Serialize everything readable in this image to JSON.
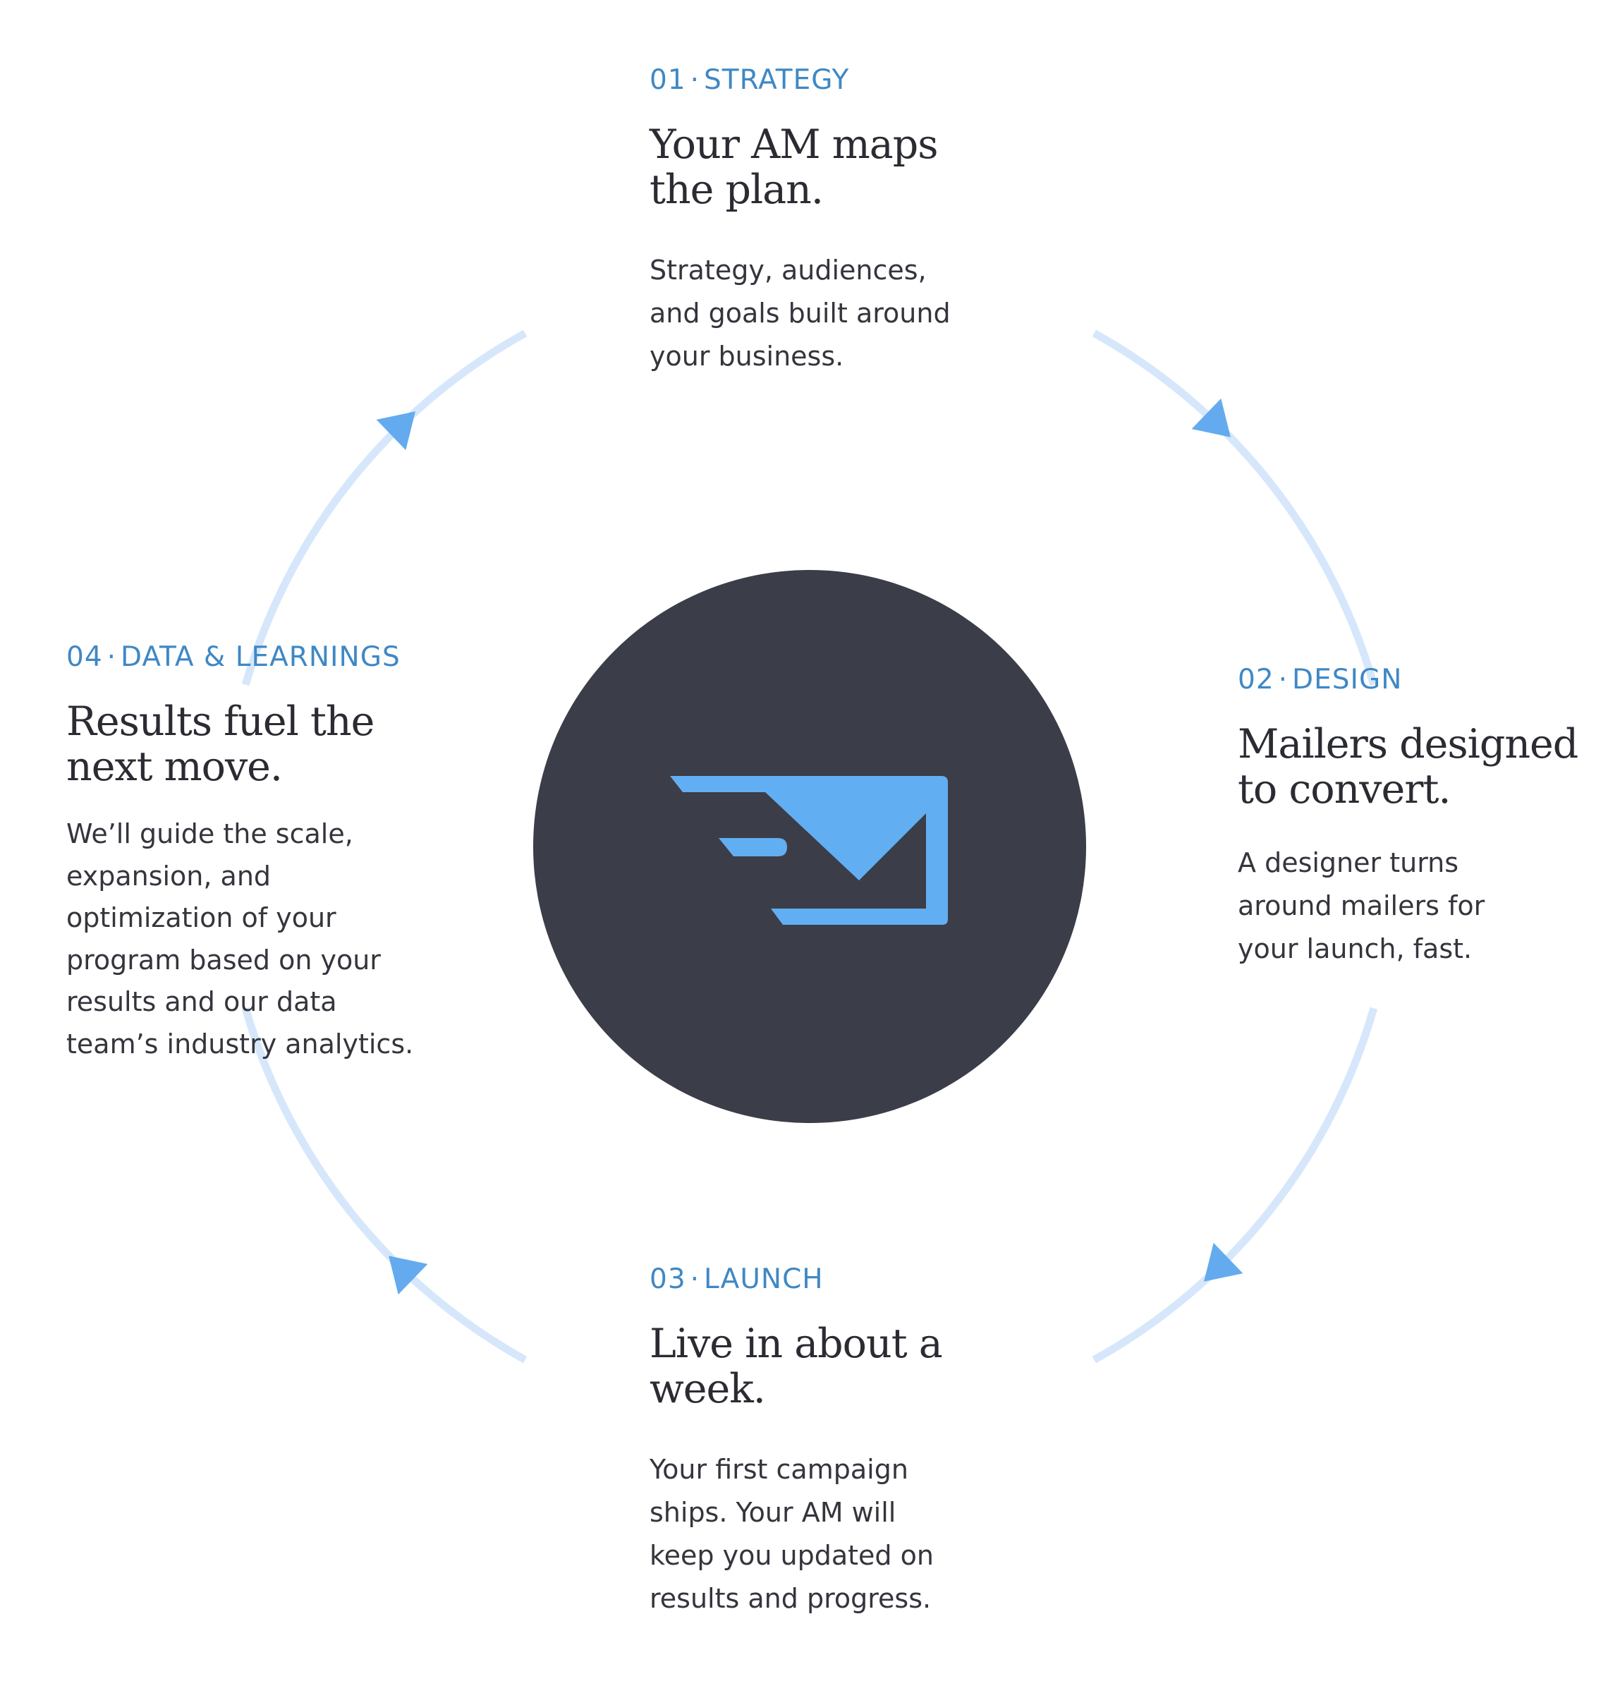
{
  "colors": {
    "accent": "#3f88c5",
    "ring": "#d6e7fb",
    "arrow": "#63abee",
    "hub": "#3b3d48",
    "logo": "#62aef2",
    "heading": "#2b2c33",
    "body": "#34353d"
  },
  "hub": {
    "icon": "envelope-logo-icon"
  },
  "steps": [
    {
      "number": "01",
      "separator": "·",
      "label": "STRATEGY",
      "heading_lines": [
        "Your AM maps",
        "the plan."
      ],
      "body_lines": [
        "Strategy, audiences,",
        "and goals built around",
        "your business."
      ]
    },
    {
      "number": "02",
      "separator": "·",
      "label": "DESIGN",
      "heading_lines": [
        "Mailers designed",
        "to convert."
      ],
      "body_lines": [
        "A designer turns",
        "around mailers for",
        "your launch, fast."
      ]
    },
    {
      "number": "03",
      "separator": "·",
      "label": "LAUNCH",
      "heading_lines": [
        "Live in about a",
        "week."
      ],
      "body_lines": [
        "Your first campaign",
        "ships. Your AM will",
        "keep you updated on",
        "results and progress."
      ]
    },
    {
      "number": "04",
      "separator": "·",
      "label": "DATA & LEARNINGS",
      "heading_lines": [
        "Results fuel the",
        "next move."
      ],
      "body_lines": [
        "We’ll guide the scale,",
        "expansion, and",
        "optimization of your",
        "program based on your",
        "results and our data",
        "team’s industry analytics."
      ]
    }
  ]
}
